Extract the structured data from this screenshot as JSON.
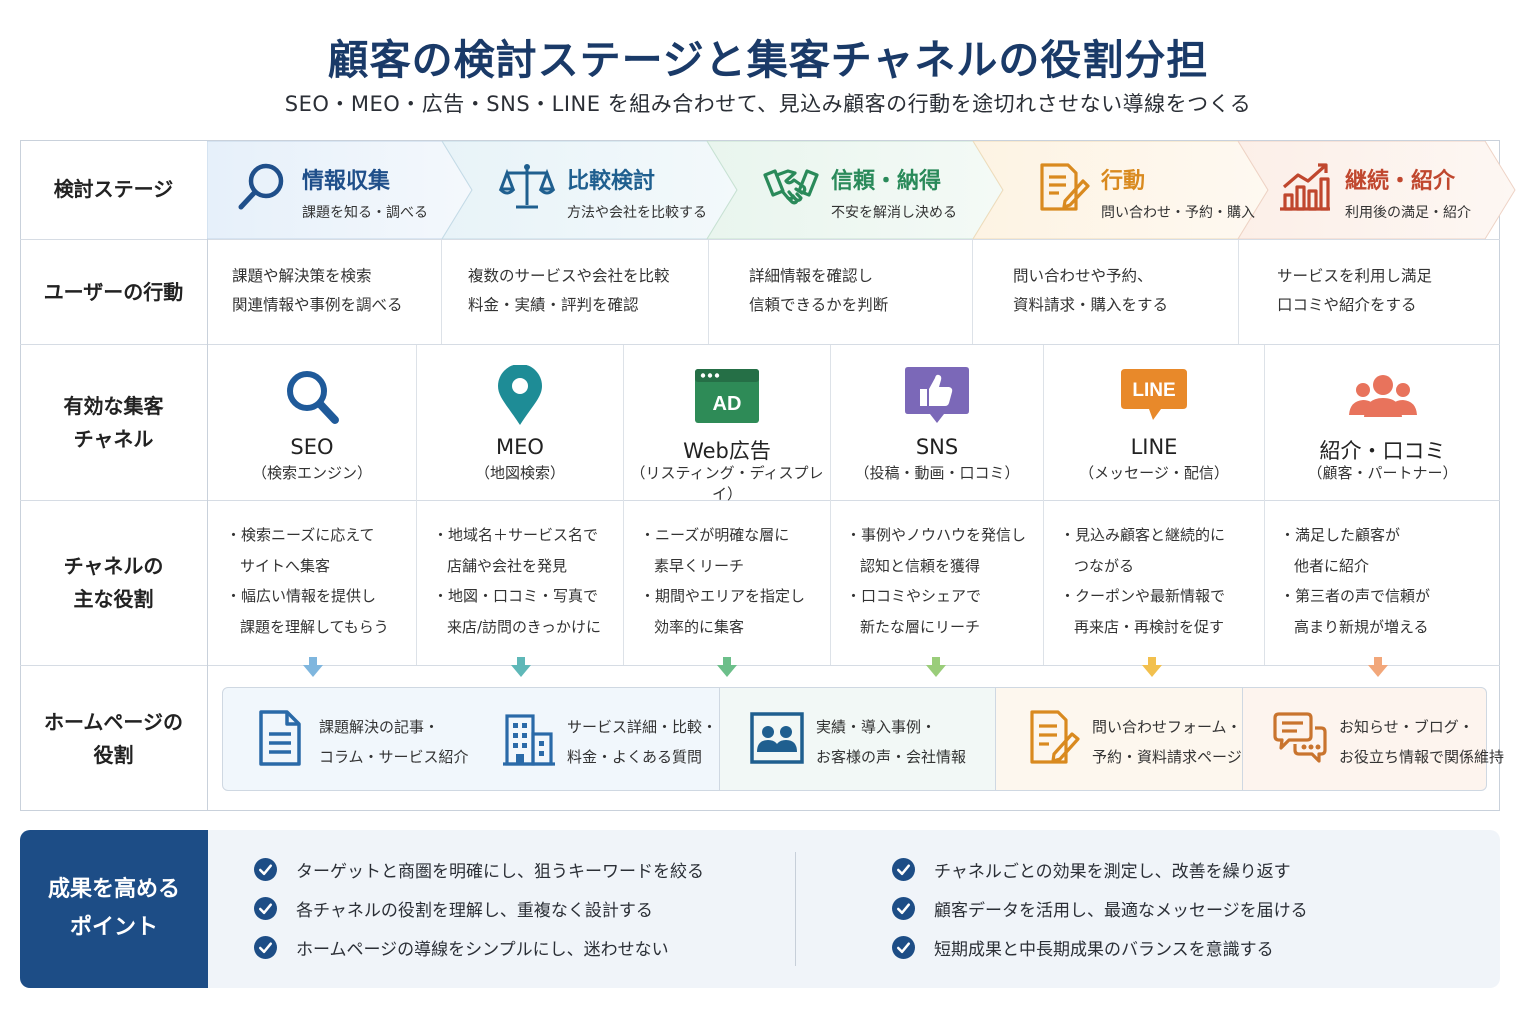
{
  "title": "顧客の検討ステージと集客チャネルの役割分担",
  "subtitle": "SEO・MEO・広告・SNS・LINE を組み合わせて、見込み顧客の行動を途切れさせない導線をつくる",
  "row_labels": {
    "stage": "検討ステージ",
    "user_action": "ユーザーの行動",
    "channel": "有効な集客\nチャネル",
    "role": "チャネルの\n主な役割",
    "homepage": "ホームページの\n役割"
  },
  "stages": [
    {
      "name": "情報収集",
      "desc": "課題を知る・調べる",
      "icon": "search-icon",
      "color": "#1f4f8a"
    },
    {
      "name": "比較検討",
      "desc": "方法や会社を比較する",
      "icon": "scale-icon",
      "color": "#1f5f8f"
    },
    {
      "name": "信頼・納得",
      "desc": "不安を解消し決める",
      "icon": "handshake-icon",
      "color": "#2a8a5a"
    },
    {
      "name": "行動",
      "desc": "問い合わせ・予約・購入",
      "icon": "form-icon",
      "color": "#d98a1f"
    },
    {
      "name": "継続・紹介",
      "desc": "利用後の満足・紹介",
      "icon": "growth-chart-icon",
      "color": "#c0472e"
    }
  ],
  "user_actions": [
    [
      "課題や解決策を検索",
      "関連情報や事例を調べる"
    ],
    [
      "複数のサービスや会社を比較",
      "料金・実績・評判を確認"
    ],
    [
      "詳細情報を確認し",
      "信頼できるかを判断"
    ],
    [
      "問い合わせや予約、",
      "資料請求・購入をする"
    ],
    [
      "サービスを利用し満足",
      "口コミや紹介をする"
    ]
  ],
  "channels": [
    {
      "name": "SEO",
      "sub": "（検索エンジン）",
      "icon": "search-icon",
      "color": "#1f5a9a"
    },
    {
      "name": "MEO",
      "sub": "（地図検索）",
      "icon": "map-pin-icon",
      "color": "#1e8c96"
    },
    {
      "name": "Web広告",
      "sub": "（リスティング・ディスプレイ）",
      "icon": "ad-window-icon",
      "icon_text": "AD",
      "color": "#2e8b57"
    },
    {
      "name": "SNS",
      "sub": "（投稿・動画・口コミ）",
      "icon": "thumbs-up-icon",
      "color": "#7b68b8"
    },
    {
      "name": "LINE",
      "sub": "（メッセージ・配信）",
      "icon": "line-bubble-icon",
      "icon_text": "LINE",
      "color": "#e8892a"
    },
    {
      "name": "紹介・口コミ",
      "sub": "（顧客・パートナー）",
      "icon": "people-icon",
      "color": "#e8735c"
    }
  ],
  "roles": [
    [
      [
        "・検索ニーズに応えて",
        "サイトへ集客"
      ],
      [
        "・幅広い情報を提供し",
        "課題を理解してもらう"
      ]
    ],
    [
      [
        "・地域名＋サービス名で",
        "店舗や会社を発見"
      ],
      [
        "・地図・口コミ・写真で",
        "来店/訪問のきっかけに"
      ]
    ],
    [
      [
        "・ニーズが明確な層に",
        "素早くリーチ"
      ],
      [
        "・期間やエリアを指定し",
        "効率的に集客"
      ]
    ],
    [
      [
        "・事例やノウハウを発信し",
        "認知と信頼を獲得"
      ],
      [
        "・口コミやシェアで",
        "新たな層にリーチ"
      ]
    ],
    [
      [
        "・見込み顧客と継続的に",
        "つながる"
      ],
      [
        "・クーポンや最新情報で",
        "再来店・再検討を促す"
      ]
    ],
    [
      [
        "・満足した顧客が",
        "他者に紹介"
      ],
      [
        "・第三者の声で信頼が",
        "高まり新規が増える"
      ]
    ]
  ],
  "arrow_colors": [
    "#7fb6de",
    "#5fb8b8",
    "#6cbf8a",
    "#9acd7a",
    "#f2c04e",
    "#f2a77a"
  ],
  "homepage": [
    {
      "lines": [
        "課題解決の記事・",
        "コラム・サービス紹介"
      ],
      "icon": "document-icon",
      "color": "#2a6aa8",
      "bg": "#f1f7fc"
    },
    {
      "lines": [
        "サービス詳細・比較・",
        "料金・よくある質問"
      ],
      "icon": "building-icon",
      "color": "#2a6aa8",
      "bg": "#f1f7fc"
    },
    {
      "lines": [
        "実績・導入事例・",
        "お客様の声・会社情報"
      ],
      "icon": "testimonial-icon",
      "color": "#1f5f8f",
      "bg": "#f2f8f6"
    },
    {
      "lines": [
        "問い合わせフォーム・",
        "予約・資料請求ページ"
      ],
      "icon": "form-edit-icon",
      "color": "#d98a1f",
      "bg": "#fdf7ee"
    },
    {
      "lines": [
        "お知らせ・ブログ・",
        "お役立ち情報で関係維持"
      ],
      "icon": "chat-icon",
      "color": "#c9742e",
      "bg": "#fdf4ee"
    }
  ],
  "bottom": {
    "label": "成果を高める\nポイント",
    "left": [
      "ターゲットと商圏を明確にし、狙うキーワードを絞る",
      "各チャネルの役割を理解し、重複なく設計する",
      "ホームページの導線をシンプルにし、迷わせない"
    ],
    "right": [
      "チャネルごとの効果を測定し、改善を繰り返す",
      "顧客データを活用し、最適なメッセージを届ける",
      "短期成果と中長期成果のバランスを意識する"
    ],
    "check_color": "#1d4d86"
  }
}
